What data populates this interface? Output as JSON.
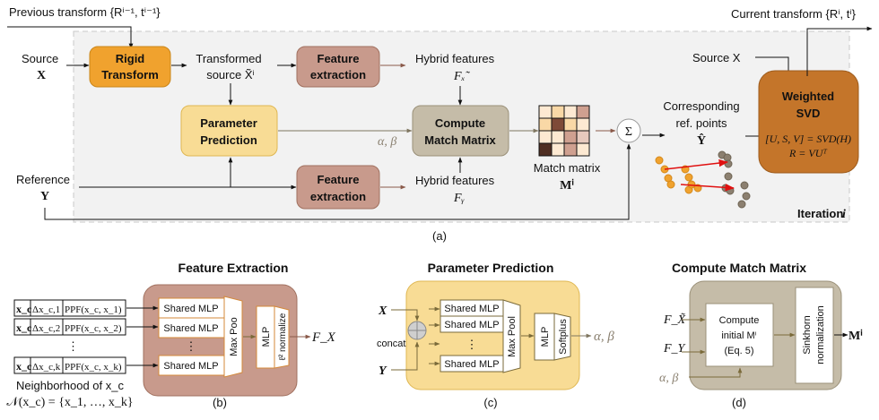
{
  "panel_a": {
    "caption": "(a)",
    "iteration_label": "Iteration",
    "iteration_var": "i",
    "previous_transform": "Previous transform {Rⁱ⁻¹, tⁱ⁻¹}",
    "current_transform": "Current transform {Rⁱ, tⁱ}",
    "source_label": "Source",
    "source_var": "X",
    "reference_label": "Reference",
    "reference_var": "Y",
    "rigid_transform": [
      "Rigid",
      "Transform"
    ],
    "transformed_source": [
      "Transformed",
      "source X̃ⁱ"
    ],
    "feature_extraction": [
      "Feature",
      "extraction"
    ],
    "parameter_prediction": [
      "Parameter",
      "Prediction"
    ],
    "compute_match_matrix": [
      "Compute",
      "Match Matrix"
    ],
    "hybrid_features": "Hybrid features",
    "hybrid_fx": "Fₓ̃",
    "hybrid_fy": "Fᵧ",
    "alpha_beta": "α, β",
    "match_matrix_label": "Match matrix",
    "match_matrix_var": "Mⁱ",
    "sum_symbol": "Σ",
    "corresponding": [
      "Corresponding",
      "ref. points",
      "Ŷ"
    ],
    "source_x_right": "Source X",
    "weighted_svd": [
      "Weighted",
      "SVD"
    ],
    "svd_eq1": "[U, S, V] = SVD(H)",
    "svd_eq2": "R = VUᵀ",
    "matrix_cells": [
      [
        "#fde9d2",
        "#f9d8a6",
        "#fde9d2",
        "#cfa090"
      ],
      [
        "#f9d8a6",
        "#7e4a38",
        "#f9d8a6",
        "#fde9d2"
      ],
      [
        "#fde9d2",
        "#fde9d2",
        "#cfa090",
        "#e6c9bd"
      ],
      [
        "#4f2e22",
        "#fde9d2",
        "#cfa090",
        "#fde9d2"
      ]
    ]
  },
  "panel_b": {
    "title": "Feature Extraction",
    "caption": "(b)",
    "rows": [
      {
        "c1": "x_c",
        "c2": "Δx_c,1",
        "c3": "PPF(x_c, x_1)"
      },
      {
        "c1": "x_c",
        "c2": "Δx_c,2",
        "c3": "PPF(x_c, x_2)"
      },
      {
        "c1": "x_c",
        "c2": "Δx_c,k",
        "c3": "PPF(x_c, x_k)"
      }
    ],
    "ellipsis": "⋮",
    "neighborhood": "Neighborhood of x_c",
    "neighborhood_set": "𝒩(x_c) = {x_1, …, x_k}",
    "shared_mlp": "Shared MLP",
    "max_pool": "Max Poo",
    "mlp": "MLP",
    "normalize": "ℓ² normalize",
    "output": "F_X"
  },
  "panel_c": {
    "title": "Parameter Prediction",
    "caption": "(c)",
    "input_x": "X",
    "input_y": "Y",
    "concat": "concat",
    "shared_mlp": "Shared MLP",
    "ellipsis": "⋮",
    "max_pool": "Max Pool",
    "mlp": "MLP",
    "softplus": "Softplus",
    "output": "α, β"
  },
  "panel_d": {
    "title": "Compute Match Matrix",
    "caption": "(d)",
    "input_fx": "F_X̃",
    "input_fy": "F_Y",
    "input_ab": "α, β",
    "compute_initial": [
      "Compute",
      "initial Mⁱ",
      "(Eq. 5)"
    ],
    "sinkhorn": [
      "Sinkhorn",
      "normalization"
    ],
    "output": "Mⁱ"
  },
  "colors": {
    "rigid": "#f0a22e",
    "feature": "#c89a8c",
    "param": "#f8dc95",
    "match": "#c5bca8",
    "svd": "#c4752a",
    "panel_bg": "#f2f2f2",
    "arrow_brown": "#8a5a4a",
    "arrow_olive": "#7a6a3a",
    "orange_pts": "#f0a22e",
    "gray_pts": "#8c8070",
    "red": "#e01010"
  },
  "point_cloud": {
    "orange": [
      [
        735,
        179
      ],
      [
        741,
        189
      ],
      [
        745,
        199
      ],
      [
        748,
        206
      ],
      [
        764,
        189
      ],
      [
        768,
        198
      ],
      [
        768,
        212
      ],
      [
        771,
        206
      ],
      [
        778,
        210
      ]
    ],
    "gray": [
      [
        805,
        173
      ],
      [
        811,
        176
      ],
      [
        812,
        183
      ],
      [
        812,
        197
      ],
      [
        809,
        210
      ],
      [
        814,
        213
      ],
      [
        830,
        207
      ],
      [
        832,
        219
      ],
      [
        827,
        228
      ]
    ]
  }
}
